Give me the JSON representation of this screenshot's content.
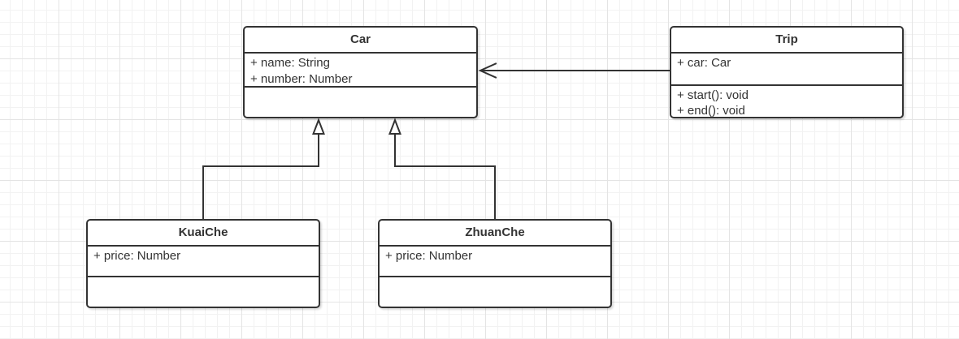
{
  "diagram": {
    "type": "uml-class-diagram",
    "classes": [
      {
        "name": "Car",
        "attributes": [
          "+ name: String",
          "+ number: Number"
        ],
        "methods": []
      },
      {
        "name": "Trip",
        "attributes": [
          "+ car: Car"
        ],
        "methods": [
          "+ start(): void",
          "+ end(): void"
        ]
      },
      {
        "name": "KuaiChe",
        "attributes": [
          "+ price: Number"
        ],
        "methods": []
      },
      {
        "name": "ZhuanChe",
        "attributes": [
          "+ price: Number"
        ],
        "methods": []
      }
    ],
    "relationships": [
      {
        "from": "Trip",
        "to": "Car",
        "type": "directed-association",
        "arrowhead": "open"
      },
      {
        "from": "KuaiChe",
        "to": "Car",
        "type": "generalization",
        "arrowhead": "hollow-triangle"
      },
      {
        "from": "ZhuanChe",
        "to": "Car",
        "type": "generalization",
        "arrowhead": "hollow-triangle"
      }
    ],
    "colors": {
      "stroke": "#333333",
      "text": "#333333",
      "class_fill": "#ffffff",
      "canvas_background": "#ffffff",
      "grid_minor": "#f2f2f2",
      "grid_major": "#e4e4e4"
    }
  }
}
